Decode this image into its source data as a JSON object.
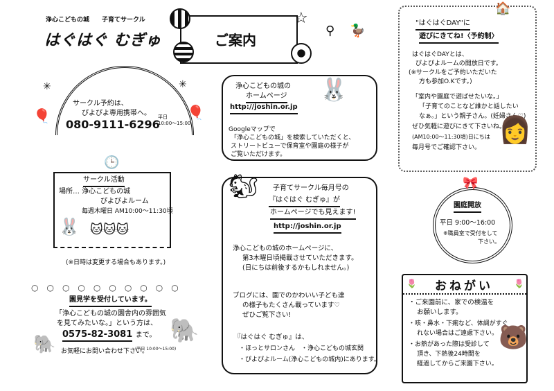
{
  "header": {
    "org": "浄心こどもの城",
    "circle_type": "子育てサークル",
    "title": "はぐはぐ むぎゅ",
    "notice_title": "ご案内"
  },
  "reservation": {
    "line1": "サークル予約は、",
    "line2": "ぴよぴよ専用携帯へ。",
    "phone": "080-9111-6296",
    "hours_label": "平日",
    "hours": "10:00〜15:00"
  },
  "activity": {
    "title": "サークル活動",
    "place_label": "場所…",
    "place1": "浄心こどもの城",
    "place2": "ぴよぴよルーム",
    "schedule": "毎週木曜日 AM10:00〜11:30頃",
    "note": "(※日時は変更する場合もあります。)"
  },
  "tour": {
    "title": "園見学を受付しています。",
    "line1": "「浄心こどもの城の園舎内の雰囲気",
    "line2": "を見てみたいな。」という方は、",
    "phone": "0575-82-3081",
    "phone_suffix": "まで。",
    "line3": "お気軽にお問い合わせ下さい。",
    "hours": "(平日 10:00〜15:00)"
  },
  "homepage": {
    "line1": "浄心こどもの城の",
    "line2": "ホームページ",
    "url": "http://joshin.or.jp",
    "map1": "Googleマップで",
    "map2": "「浄心こどもの城」を検索していただくと、",
    "map3": "ストリートビューで保育室や園庭の様子が",
    "map4": "ご覧いただけます。"
  },
  "newsletter": {
    "line1": "子育てサークル毎月号の",
    "line2": "『はぐはぐ むぎゅ』が",
    "line3": "ホームページでも見えます!",
    "url": "http://joshin.or.jp",
    "p1": "浄心こどもの城のホームページに、",
    "p2": "第3木曜日頃掲載させていただきます。",
    "p3": "(日にちは前後するかもしれません。)",
    "b1": "ブログには、園でのかわいい子ども達",
    "b2": "の様子もたくさん載っています♡",
    "b3": "ぜひご覧下さい!",
    "w1": "『はぐはぐ むぎゅ』は、",
    "w2": "・ほっとサロンさん　・浄心こどもの城玄関",
    "w3": "・ぴよぴよルーム(浄心こどもの城内)にあります。"
  },
  "day": {
    "title1": "\"はぐはぐDAY\"に",
    "title2": "遊びにきてね!〈予約制〉",
    "l1": "はぐはぐDAYとは、",
    "l2": "ぴよぴよルームの開放日です。",
    "l3": "(※サークルをご予約いただいた",
    "l4": "方も参加O.Kです。)",
    "l5": "「室内や園庭で遊ばせたいな。」",
    "l6": "「子育てのことなど誰かと話したい",
    "l7": "なぁ。」という親子さん。(妊婦さん♡)",
    "l8": "ぜひ気軽に遊びにきて下さいね。",
    "l9": "(AM10:00〜11:30頃)日にちは",
    "l10": "毎月号でご確認下さい。"
  },
  "garden": {
    "title": "園庭開放",
    "hours": "平日 9:00〜16:00",
    "note1": "※職員室で受付をして",
    "note2": "下さい。"
  },
  "request": {
    "title": "おねがい",
    "i1a": "ご来園前に、家での検温を",
    "i1b": "お願いします。",
    "i2a": "咳・鼻水・下痢など、体調がすぐ",
    "i2b": "れない場合はご遠慮下さい。",
    "i3a": "お熱があった際は受診して",
    "i3b": "頂き、下熱後24時間を",
    "i3c": "経過してからご来園下さい。"
  }
}
